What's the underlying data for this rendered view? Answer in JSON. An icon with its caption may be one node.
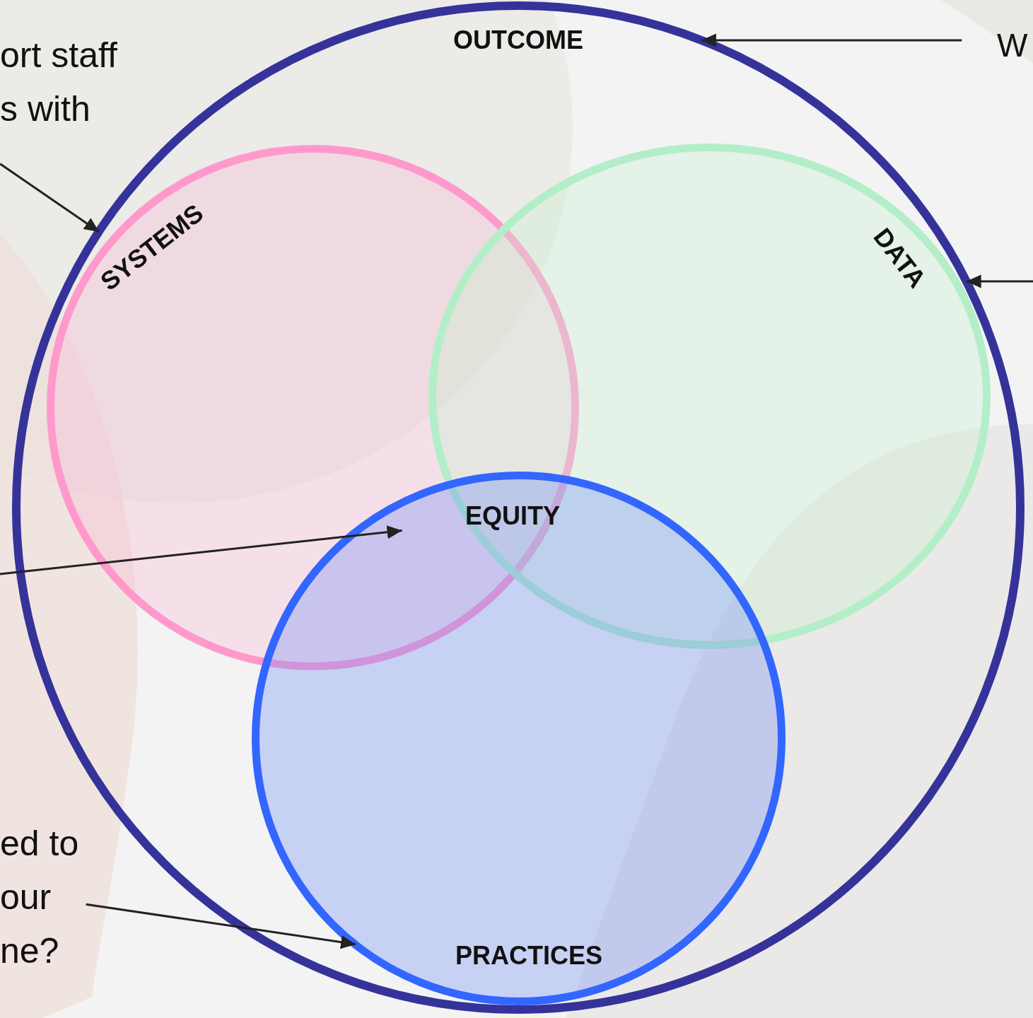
{
  "diagram": {
    "nodes": [
      {
        "text": [
          "OUTCOME"
        ]
      },
      {
        "text": [
          "SYSTEMS"
        ],
        "in": 0
      },
      {
        "text": [
          "DATA"
        ],
        "in": 0
      },
      {
        "text": [
          "PRACTICES"
        ],
        "in": 0
      },
      {
        "text": [
          "EQUITY"
        ]
      },
      {
        "text": [
          "ort staff s with"
        ]
      },
      {
        "text": [
          "W"
        ]
      },
      {
        "text": [
          "ed to our ne?"
        ]
      }
    ],
    "edges": [
      {
        "from": 5,
        "to": 0,
        "arrow": "to"
      },
      {
        "from": 6,
        "to": 0,
        "arrow": "to"
      },
      {
        "from": null,
        "to": 0,
        "arrow": "to"
      },
      {
        "from": null,
        "to": 4,
        "arrow": "to"
      },
      {
        "from": 7,
        "to": 3,
        "arrow": "to"
      }
    ]
  }
}
